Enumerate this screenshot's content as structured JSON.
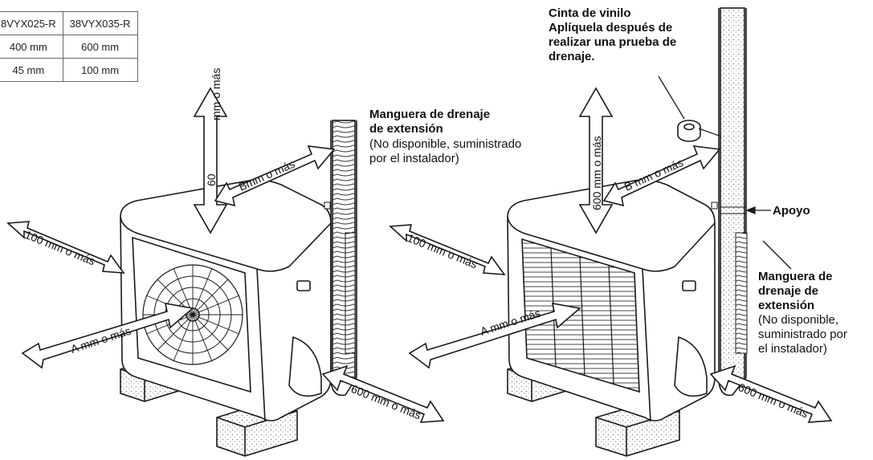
{
  "table": {
    "header": [
      "8VYX025-R",
      "38VYX035-R"
    ],
    "rows": [
      [
        "400 mm",
        "600 mm"
      ],
      [
        "45 mm",
        "100 mm"
      ]
    ]
  },
  "left_unit": {
    "top_arrow": "60",
    "top_arrow_suffix": "mm o más",
    "side_arrow": "Bmm o más",
    "left_arrow": "100 mm o más",
    "front_arrow": "A mm o más",
    "bottom_arrow": "600 mm o más",
    "hose_label_bold": [
      "Manguera de drenaje",
      "de extensión"
    ],
    "hose_label_note": [
      "(No disponible,",
      "suministrado",
      "por el instalador)"
    ]
  },
  "right_unit": {
    "top_arrow": "600 mm o más",
    "side_arrow": "B mm o más",
    "left_arrow": "100 mm o más",
    "front_arrow": "A mm o más",
    "bottom_arrow": "600 mm o más",
    "tape_label": [
      "Cinta de vinilo",
      "Aplíquela después de",
      "realizar una prueba de",
      "drenaje."
    ],
    "support_label": "Apoyo",
    "hose_label_bold": [
      "Manguera de",
      "drenaje de",
      "extensión"
    ],
    "hose_label_note": [
      "(No disponible,",
      "suministrado por",
      "el instalador)"
    ]
  },
  "colors": {
    "line": "#1a1a1a",
    "fill": "#ffffff",
    "shade": "#d9d9d9",
    "dots": "#9a9a9a"
  }
}
